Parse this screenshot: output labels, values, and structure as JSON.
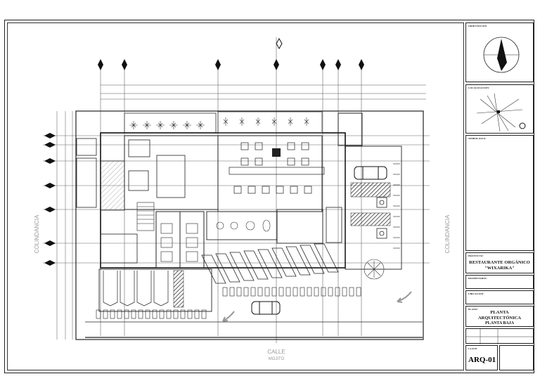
{
  "title_block": {
    "orientation_label": "ORIENTACION",
    "location_label": "LOCALIZACION:",
    "symbology_label": "SIMBOLOGIA:",
    "project_label": "PROYECTO:",
    "project_name": "RESTAURANTE ORGÁNICO",
    "project_subname": "\"WIXARIKA\"",
    "owner_label": "PROPIETARIO:",
    "site_label": "UBICACION:",
    "plan_label": "PLANO:",
    "plan_title_1": "PLANTA",
    "plan_title_2": "ARQUITECTÓNICA",
    "plan_title_3": "PLANTA BAJA",
    "key_label": "CLAVE:",
    "plan_code": "ARQ-01"
  },
  "plan": {
    "street_name": "CALLE",
    "street_sub": "MOJITO",
    "colindancia_left": "COLINDANCIA",
    "colindancia_right": "COLINDANCIA"
  },
  "colors": {
    "line": "#222222",
    "hatch": "#555555",
    "light": "#999999"
  }
}
